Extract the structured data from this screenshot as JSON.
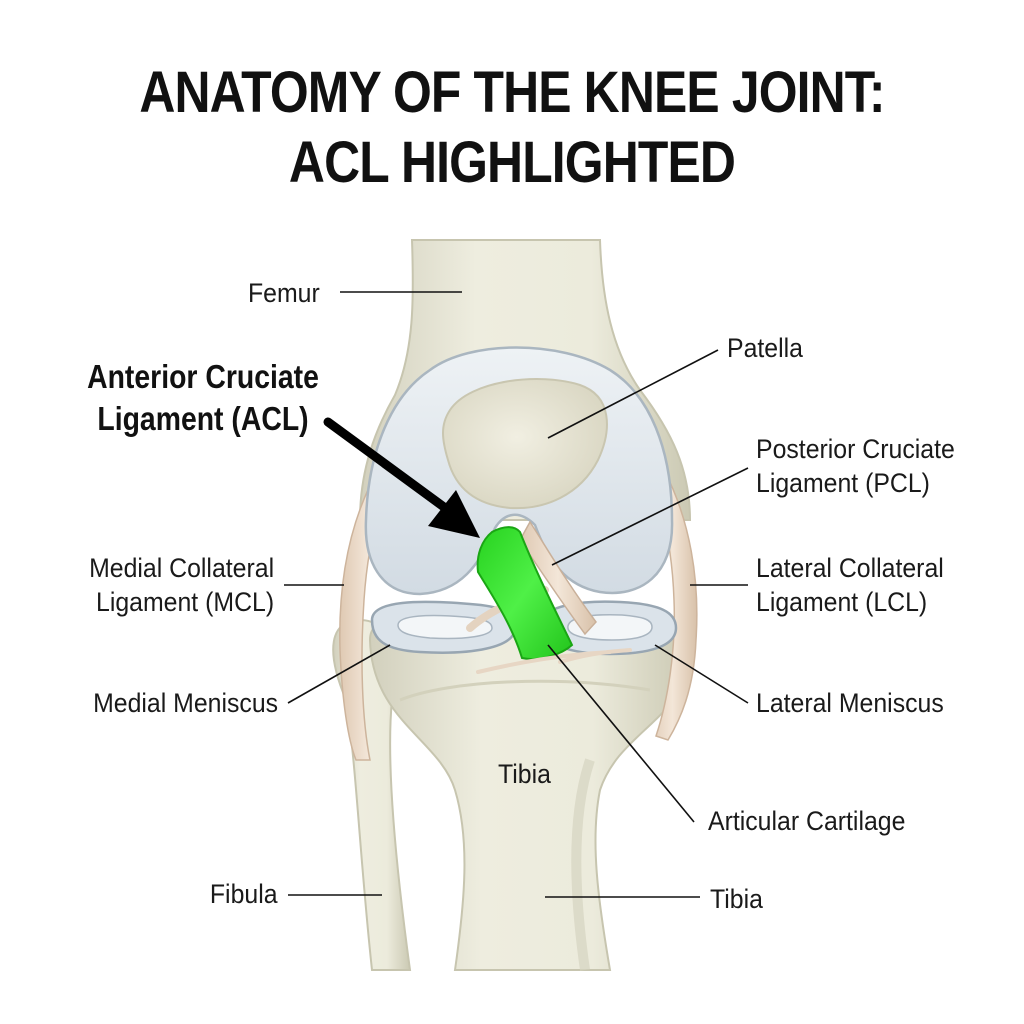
{
  "title": {
    "line1": "ANATOMY OF THE KNEE JOINT:",
    "line2": "ACL HIGHLIGHTED"
  },
  "labels": {
    "femur": "Femur",
    "patella": "Patella",
    "acl_line1": "Anterior Cruciate",
    "acl_line2": "Ligament (ACL)",
    "pcl_line1": "Posterior Cruciate",
    "pcl_line2": "Ligament (PCL)",
    "mcl_line1": "Medial Collateral",
    "mcl_line2": "Ligament (MCL)",
    "lcl_line1": "Lateral Collateral",
    "lcl_line2": "Ligament (LCL)",
    "medial_meniscus": "Medial Meniscus",
    "lateral_meniscus": "Lateral Meniscus",
    "tibia_center": "Tibia",
    "articular_cartilage": "Articular Cartilage",
    "fibula": "Fibula",
    "tibia": "Tibia"
  },
  "colors": {
    "acl_highlight": "#3fe03a",
    "bone": "#e8e6d6",
    "bone_shadow": "#cfcdb8",
    "cartilage": "#dfe6ec",
    "ligament": "#e9d8c6"
  }
}
